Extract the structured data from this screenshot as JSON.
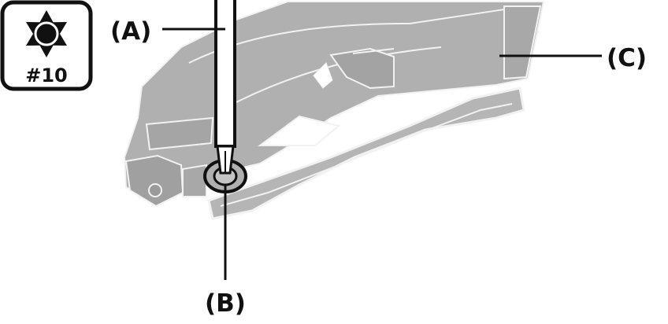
{
  "badge": {
    "icon": "torx-star-icon",
    "size_label": "#10"
  },
  "callouts": {
    "a": "(A)",
    "b": "(B)",
    "c": "(C)"
  },
  "colors": {
    "ink": "#111111",
    "part_fill": "#b0b0b0",
    "part_fill_dark": "#9a9a9a",
    "part_edge": "#f2f2f2",
    "background": "#ffffff"
  }
}
